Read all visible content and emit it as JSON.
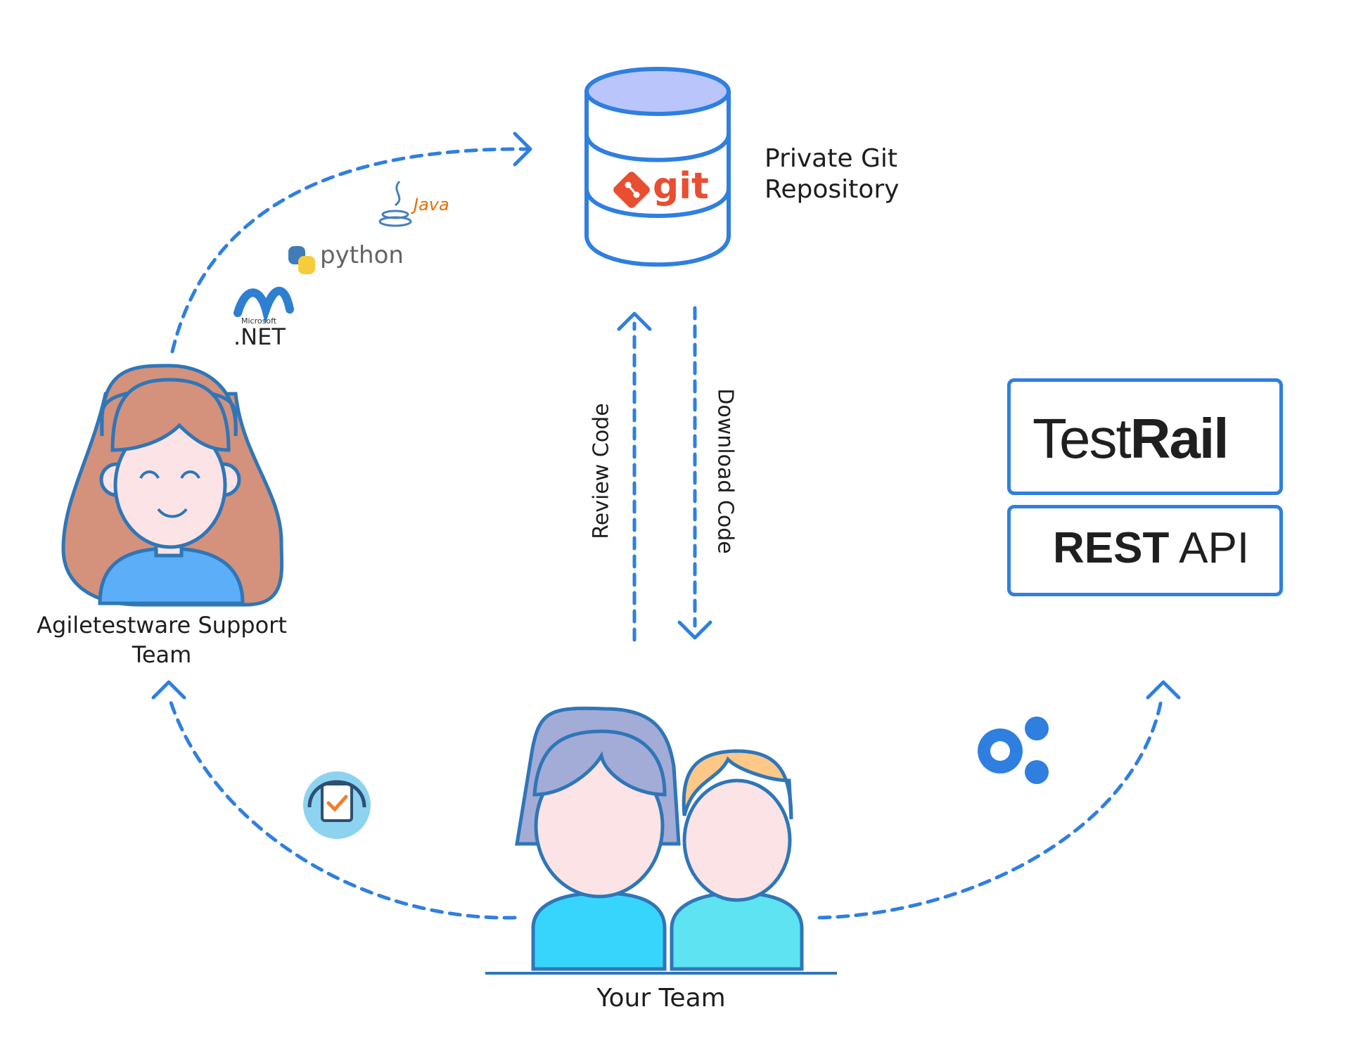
{
  "repo": {
    "logo_text": "git",
    "label_line1": "Private Git",
    "label_line2": "Repository"
  },
  "support": {
    "label_line1": "Agiletestware Support",
    "label_line2": "Team"
  },
  "team": {
    "label": "Your Team"
  },
  "flows": {
    "review": "Review Code",
    "download": "Download Code"
  },
  "languages": {
    "java": "Java",
    "python": "python",
    "dotnet_small": "Microsoft",
    "dotnet": ".NET"
  },
  "testrail": {
    "name_regular": "Test",
    "name_bold": "Rail"
  },
  "api": {
    "bold": "REST",
    "regular": " API"
  },
  "colors": {
    "accent": "#2f7fe0",
    "git": "#e84e31",
    "java": "#e76f00",
    "bar_green": "#8dc63f",
    "bar_yellow": "#f6c300",
    "bar_red": "#e2354c"
  },
  "icons": [
    "database-icon",
    "git-logo-icon",
    "java-logo-icon",
    "python-logo-icon",
    "dotnet-logo-icon",
    "support-agent-icon",
    "gears-icon",
    "testrail-bars-icon"
  ]
}
